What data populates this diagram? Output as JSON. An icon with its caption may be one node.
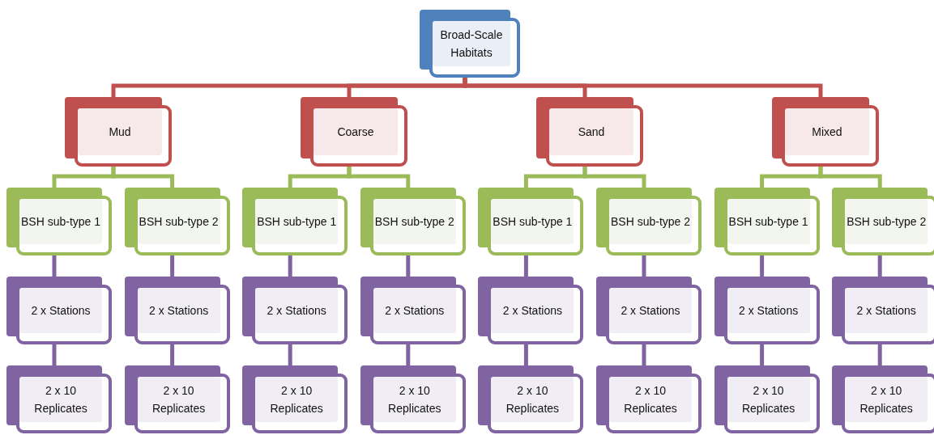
{
  "diagram": {
    "nodes": [
      {
        "text": [
          "Broad-Scale Habitats"
        ]
      },
      {
        "text": [
          "Mud"
        ]
      },
      {
        "text": [
          "Coarse"
        ]
      },
      {
        "text": [
          "Sand"
        ]
      },
      {
        "text": [
          "Mixed"
        ]
      },
      {
        "text": [
          "BSH sub-type 1"
        ]
      },
      {
        "text": [
          "BSH sub-type 2"
        ]
      },
      {
        "text": [
          "BSH sub-type 1"
        ]
      },
      {
        "text": [
          "BSH sub-type 2"
        ]
      },
      {
        "text": [
          "BSH sub-type 1"
        ]
      },
      {
        "text": [
          "BSH sub-type 2"
        ]
      },
      {
        "text": [
          "BSH sub-type 1"
        ]
      },
      {
        "text": [
          "BSH sub-type 2"
        ]
      },
      {
        "text": [
          "2 x Stations"
        ]
      },
      {
        "text": [
          "2 x Stations"
        ]
      },
      {
        "text": [
          "2 x Stations"
        ]
      },
      {
        "text": [
          "2 x Stations"
        ]
      },
      {
        "text": [
          "2 x Stations"
        ]
      },
      {
        "text": [
          "2 x Stations"
        ]
      },
      {
        "text": [
          "2 x Stations"
        ]
      },
      {
        "text": [
          "2 x Stations"
        ]
      },
      {
        "text": [
          "2 x 10 Replicates"
        ]
      },
      {
        "text": [
          "2 x 10 Replicates"
        ]
      },
      {
        "text": [
          "2 x 10 Replicates"
        ]
      },
      {
        "text": [
          "2 x 10 Replicates"
        ]
      },
      {
        "text": [
          "2 x 10 Replicates"
        ]
      },
      {
        "text": [
          "2 x 10 Replicates"
        ]
      },
      {
        "text": [
          "2 x 10 Replicates"
        ]
      },
      {
        "text": [
          "2 x 10 Replicates"
        ]
      }
    ],
    "edges": [
      {
        "from": 0,
        "to": 1,
        "arrow": "none",
        "color": "#c0504d"
      },
      {
        "from": 0,
        "to": 2,
        "arrow": "none",
        "color": "#c0504d"
      },
      {
        "from": 0,
        "to": 3,
        "arrow": "none",
        "color": "#c0504d"
      },
      {
        "from": 0,
        "to": 4,
        "arrow": "none",
        "color": "#c0504d"
      },
      {
        "from": 1,
        "to": 5,
        "arrow": "none",
        "color": "#9bbb59"
      },
      {
        "from": 1,
        "to": 6,
        "arrow": "none",
        "color": "#9bbb59"
      },
      {
        "from": 2,
        "to": 7,
        "arrow": "none",
        "color": "#9bbb59"
      },
      {
        "from": 2,
        "to": 8,
        "arrow": "none",
        "color": "#9bbb59"
      },
      {
        "from": 3,
        "to": 9,
        "arrow": "none",
        "color": "#9bbb59"
      },
      {
        "from": 3,
        "to": 10,
        "arrow": "none",
        "color": "#9bbb59"
      },
      {
        "from": 4,
        "to": 11,
        "arrow": "none",
        "color": "#9bbb59"
      },
      {
        "from": 4,
        "to": 12,
        "arrow": "none",
        "color": "#9bbb59"
      },
      {
        "from": 5,
        "to": 13,
        "arrow": "none"
      },
      {
        "from": 6,
        "to": 14,
        "arrow": "none"
      },
      {
        "from": 7,
        "to": 15,
        "arrow": "none"
      },
      {
        "from": 8,
        "to": 16,
        "arrow": "none"
      },
      {
        "from": 9,
        "to": 17,
        "arrow": "none"
      },
      {
        "from": 10,
        "to": 18,
        "arrow": "none"
      },
      {
        "from": 11,
        "to": 19,
        "arrow": "none"
      },
      {
        "from": 12,
        "to": 20,
        "arrow": "none"
      },
      {
        "from": 13,
        "to": 21,
        "arrow": "none"
      },
      {
        "from": 14,
        "to": 22,
        "arrow": "none"
      },
      {
        "from": 15,
        "to": 23,
        "arrow": "none"
      },
      {
        "from": 16,
        "to": 24,
        "arrow": "none"
      },
      {
        "from": 17,
        "to": 25,
        "arrow": "none"
      },
      {
        "from": 18,
        "to": 26,
        "arrow": "none"
      },
      {
        "from": 19,
        "to": 27,
        "arrow": "none"
      },
      {
        "from": 20,
        "to": 28,
        "arrow": "none"
      }
    ]
  }
}
